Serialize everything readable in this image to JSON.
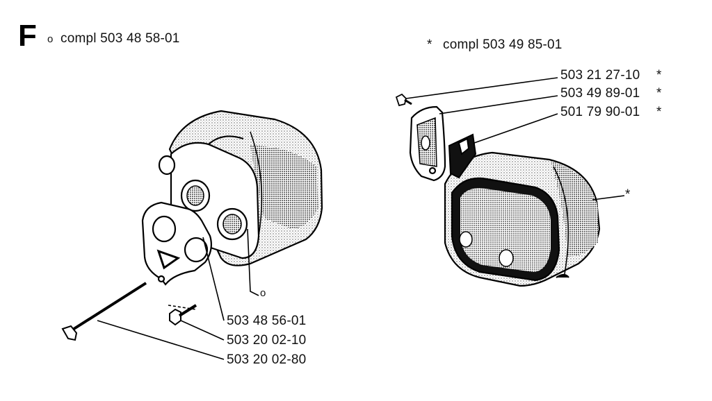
{
  "section_letter": "F",
  "left": {
    "kit_mark": "o",
    "kit_label": "compl 503 48 58-01",
    "callout_mark": "o",
    "parts": [
      "503 48 56-01",
      "503 20 02-10",
      "503 20 02-80"
    ]
  },
  "right": {
    "kit_mark": "*",
    "kit_label": "compl 503 49 85-01",
    "callout_mark": "*",
    "parts": [
      {
        "number": "503 21 27-10",
        "mark": "*"
      },
      {
        "number": "503 49 89-01",
        "mark": "*"
      },
      {
        "number": "501 79 90-01",
        "mark": "*"
      }
    ]
  }
}
